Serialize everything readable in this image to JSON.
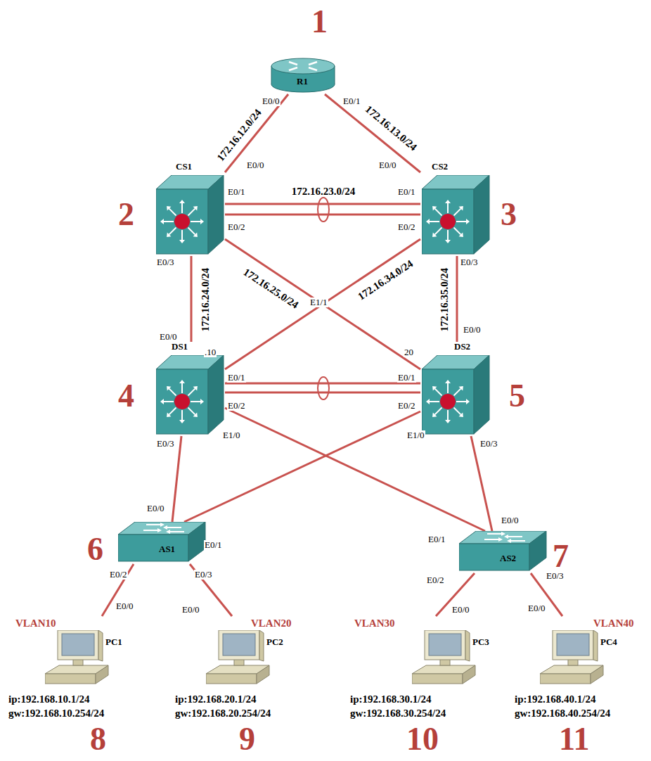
{
  "diagram": {
    "nodes": [
      {
        "text": [
          "R1"
        ]
      },
      {
        "text": [
          "CS1"
        ]
      },
      {
        "text": [
          "CS2"
        ]
      },
      {
        "text": [
          "DS1"
        ]
      },
      {
        "text": [
          "DS2"
        ]
      },
      {
        "text": [
          "AS1"
        ]
      },
      {
        "text": [
          "AS2"
        ]
      },
      {
        "text": [
          "VLAN10",
          "PC1",
          "ip:192.168.10.1/24",
          "gw:192.168.10.254/24"
        ]
      },
      {
        "text": [
          "VLAN20",
          "PC2",
          "ip:192.168.20.1/24",
          "gw:192.168.20.254/24"
        ]
      },
      {
        "text": [
          "VLAN30",
          "PC3",
          "ip:192.168.30.1/24",
          "gw:192.168.30.254/24"
        ]
      },
      {
        "text": [
          "VLAN40",
          "PC4",
          "ip:192.168.40.1/24",
          "gw:192.168.40.254/24"
        ]
      }
    ],
    "edges": [
      {
        "from": 0,
        "to": 1,
        "arrow": "none",
        "label": "172.16.12.0/24"
      },
      {
        "from": 0,
        "to": 2,
        "arrow": "none",
        "label": "172.16.13.0/24"
      },
      {
        "from": 1,
        "to": 2,
        "arrow": "none",
        "label": "172.16.23.0/24"
      },
      {
        "from": 1,
        "to": 2,
        "arrow": "none"
      },
      {
        "from": 1,
        "to": 3,
        "arrow": "none",
        "label": "172.16.24.0/24"
      },
      {
        "from": 1,
        "to": 4,
        "arrow": "none",
        "label": "172.16.25.0/24"
      },
      {
        "from": 2,
        "to": 3,
        "arrow": "none",
        "label": "172.16.34.0/24"
      },
      {
        "from": 2,
        "to": 4,
        "arrow": "none",
        "label": "172.16.35.0/24"
      },
      {
        "from": 3,
        "to": 4,
        "arrow": "none"
      },
      {
        "from": 3,
        "to": 4,
        "arrow": "none"
      },
      {
        "from": 3,
        "to": 5,
        "arrow": "none"
      },
      {
        "from": 4,
        "to": 5,
        "arrow": "none"
      },
      {
        "from": 3,
        "to": 6,
        "arrow": "none"
      },
      {
        "from": 4,
        "to": 6,
        "arrow": "none"
      },
      {
        "from": 5,
        "to": 7,
        "arrow": "none"
      },
      {
        "from": 5,
        "to": 8,
        "arrow": "none"
      },
      {
        "from": 6,
        "to": 9,
        "arrow": "none"
      },
      {
        "from": 6,
        "to": 10,
        "arrow": "none"
      }
    ],
    "labels": [
      "1",
      "2",
      "3",
      "4",
      "5",
      "6",
      "7",
      "8",
      "9",
      "10",
      "11",
      "E0/0",
      "E0/1",
      "E0/0",
      "E0/1",
      "E0/2",
      "E0/3",
      "E0/0",
      "E0/1",
      "E0/2",
      "E0/3",
      "E1/1",
      "E0/0",
      ".10",
      "E0/1",
      "E0/2",
      "E0/3",
      "E1/0",
      "20",
      "E0/1",
      "E0/2",
      "E1/0",
      "E0/3",
      "E0/0",
      "E0/0",
      "E0/1",
      "E0/2",
      "E0/3",
      "E0/0",
      "E0/1",
      "E0/2",
      "E0/3",
      "E0/0",
      "E0/0",
      "E0/0",
      "E0/0"
    ]
  }
}
